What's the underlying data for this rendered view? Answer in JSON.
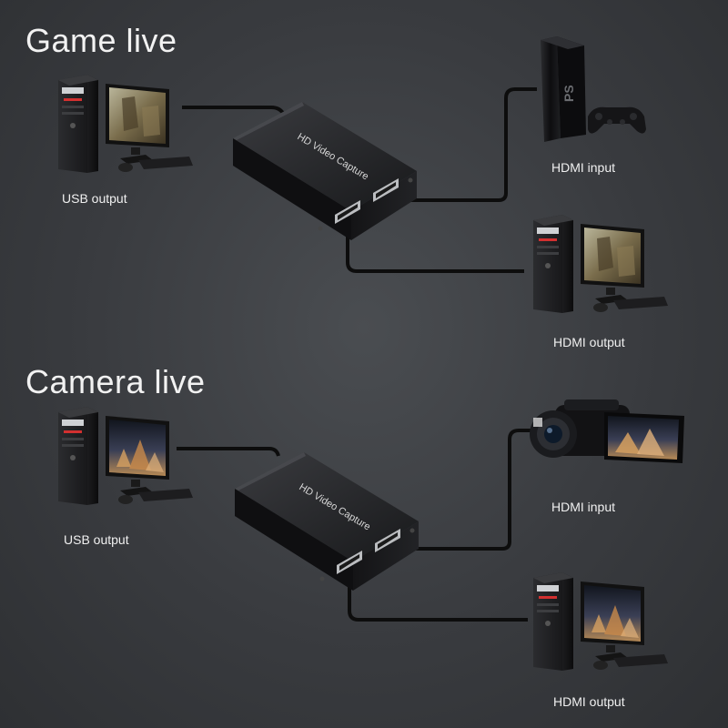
{
  "sections": [
    {
      "title": "Game live",
      "device_label": "HD Video Capture",
      "left_label": "USB output",
      "top_right_label": "HDMI input",
      "bottom_right_label": "HDMI output",
      "top_right_icon": "game-console-icon",
      "left_icon": "desktop-computer-icon",
      "bottom_right_icon": "desktop-computer-icon",
      "screen_theme": "game"
    },
    {
      "title": "Camera live",
      "device_label": "HD Video Capture",
      "left_label": "USB output",
      "top_right_label": "HDMI input",
      "bottom_right_label": "HDMI output",
      "top_right_icon": "camcorder-icon",
      "left_icon": "desktop-computer-icon",
      "bottom_right_icon": "desktop-computer-icon",
      "screen_theme": "city-night"
    }
  ],
  "colors": {
    "background": "#3b3d41",
    "cable": "#0d0d0d",
    "device_body": "#202124",
    "text": "#f2f2f2"
  }
}
